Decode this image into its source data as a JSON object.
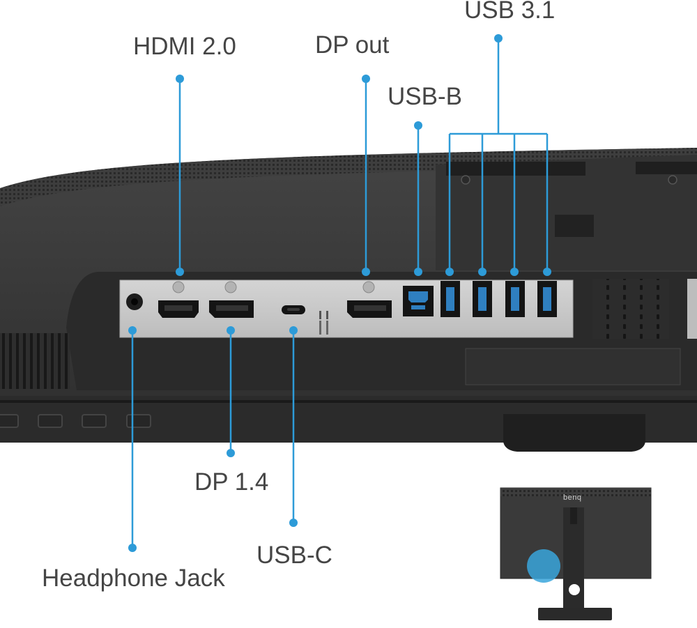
{
  "colors": {
    "callout": "#2d9bd8",
    "label_text": "#454545",
    "monitor_body": "#3b3b3b",
    "port_panel": "#c9c9c9",
    "inset_highlight": "#3aa6dc"
  },
  "labels": {
    "hdmi": "HDMI 2.0",
    "dp_out": "DP out",
    "usb_31": "USB 3.1",
    "usb_b": "USB-B",
    "dp_14": "DP 1.4",
    "usb_c": "USB-C",
    "headphone": "Headphone Jack"
  },
  "inset": {
    "brand": "benq"
  }
}
